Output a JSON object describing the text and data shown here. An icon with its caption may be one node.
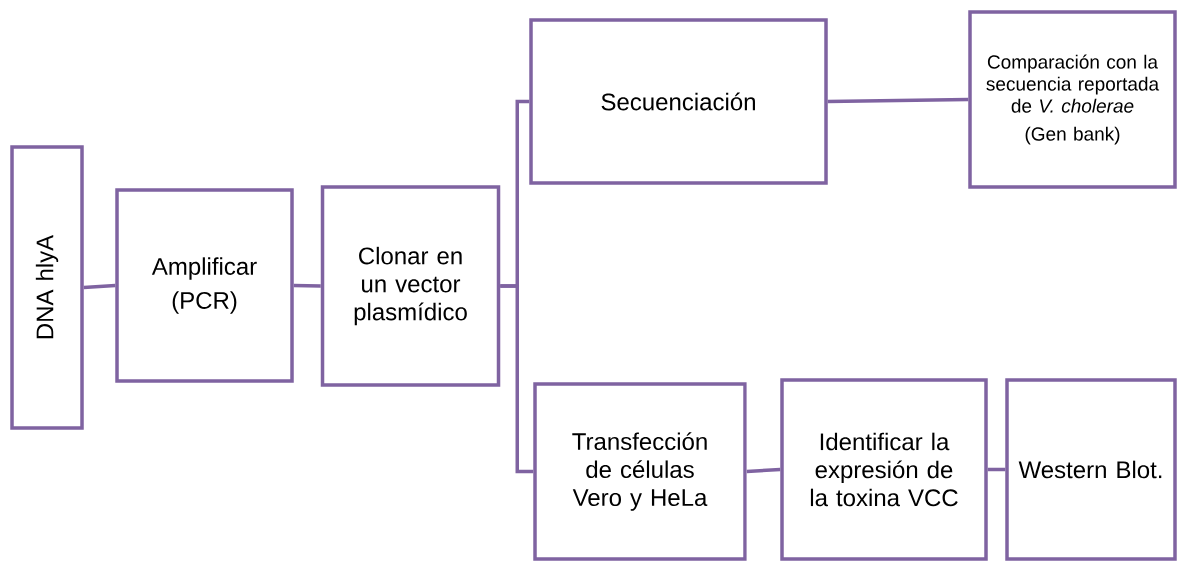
{
  "diagram": {
    "nodes": [
      {
        "text": [
          "DNA  hlyA"
        ]
      },
      {
        "text": [
          "Amplificar",
          "(PCR)"
        ]
      },
      {
        "text": [
          "Clonar en un vector plasmídico"
        ]
      },
      {
        "text": [
          "Secuenciación"
        ]
      },
      {
        "text": [
          "Comparación con la secuencia reportada de *V. cholerae*",
          "(Gen bank)"
        ]
      },
      {
        "text": [
          "Transfección de células Vero y HeLa"
        ]
      },
      {
        "text": [
          "Identificar la expresión de la toxina VCC"
        ]
      },
      {
        "text": [
          "Western Blot."
        ]
      }
    ],
    "edges": [
      {
        "from": 0,
        "to": 1,
        "arrow": "none"
      },
      {
        "from": 1,
        "to": 2,
        "arrow": "none"
      },
      {
        "from": 2,
        "to": 3,
        "arrow": "none"
      },
      {
        "from": 2,
        "to": 5,
        "arrow": "none"
      },
      {
        "from": 3,
        "to": 4,
        "arrow": "none"
      },
      {
        "from": 5,
        "to": 6,
        "arrow": "none"
      },
      {
        "from": 6,
        "to": 7,
        "arrow": "none"
      }
    ]
  }
}
